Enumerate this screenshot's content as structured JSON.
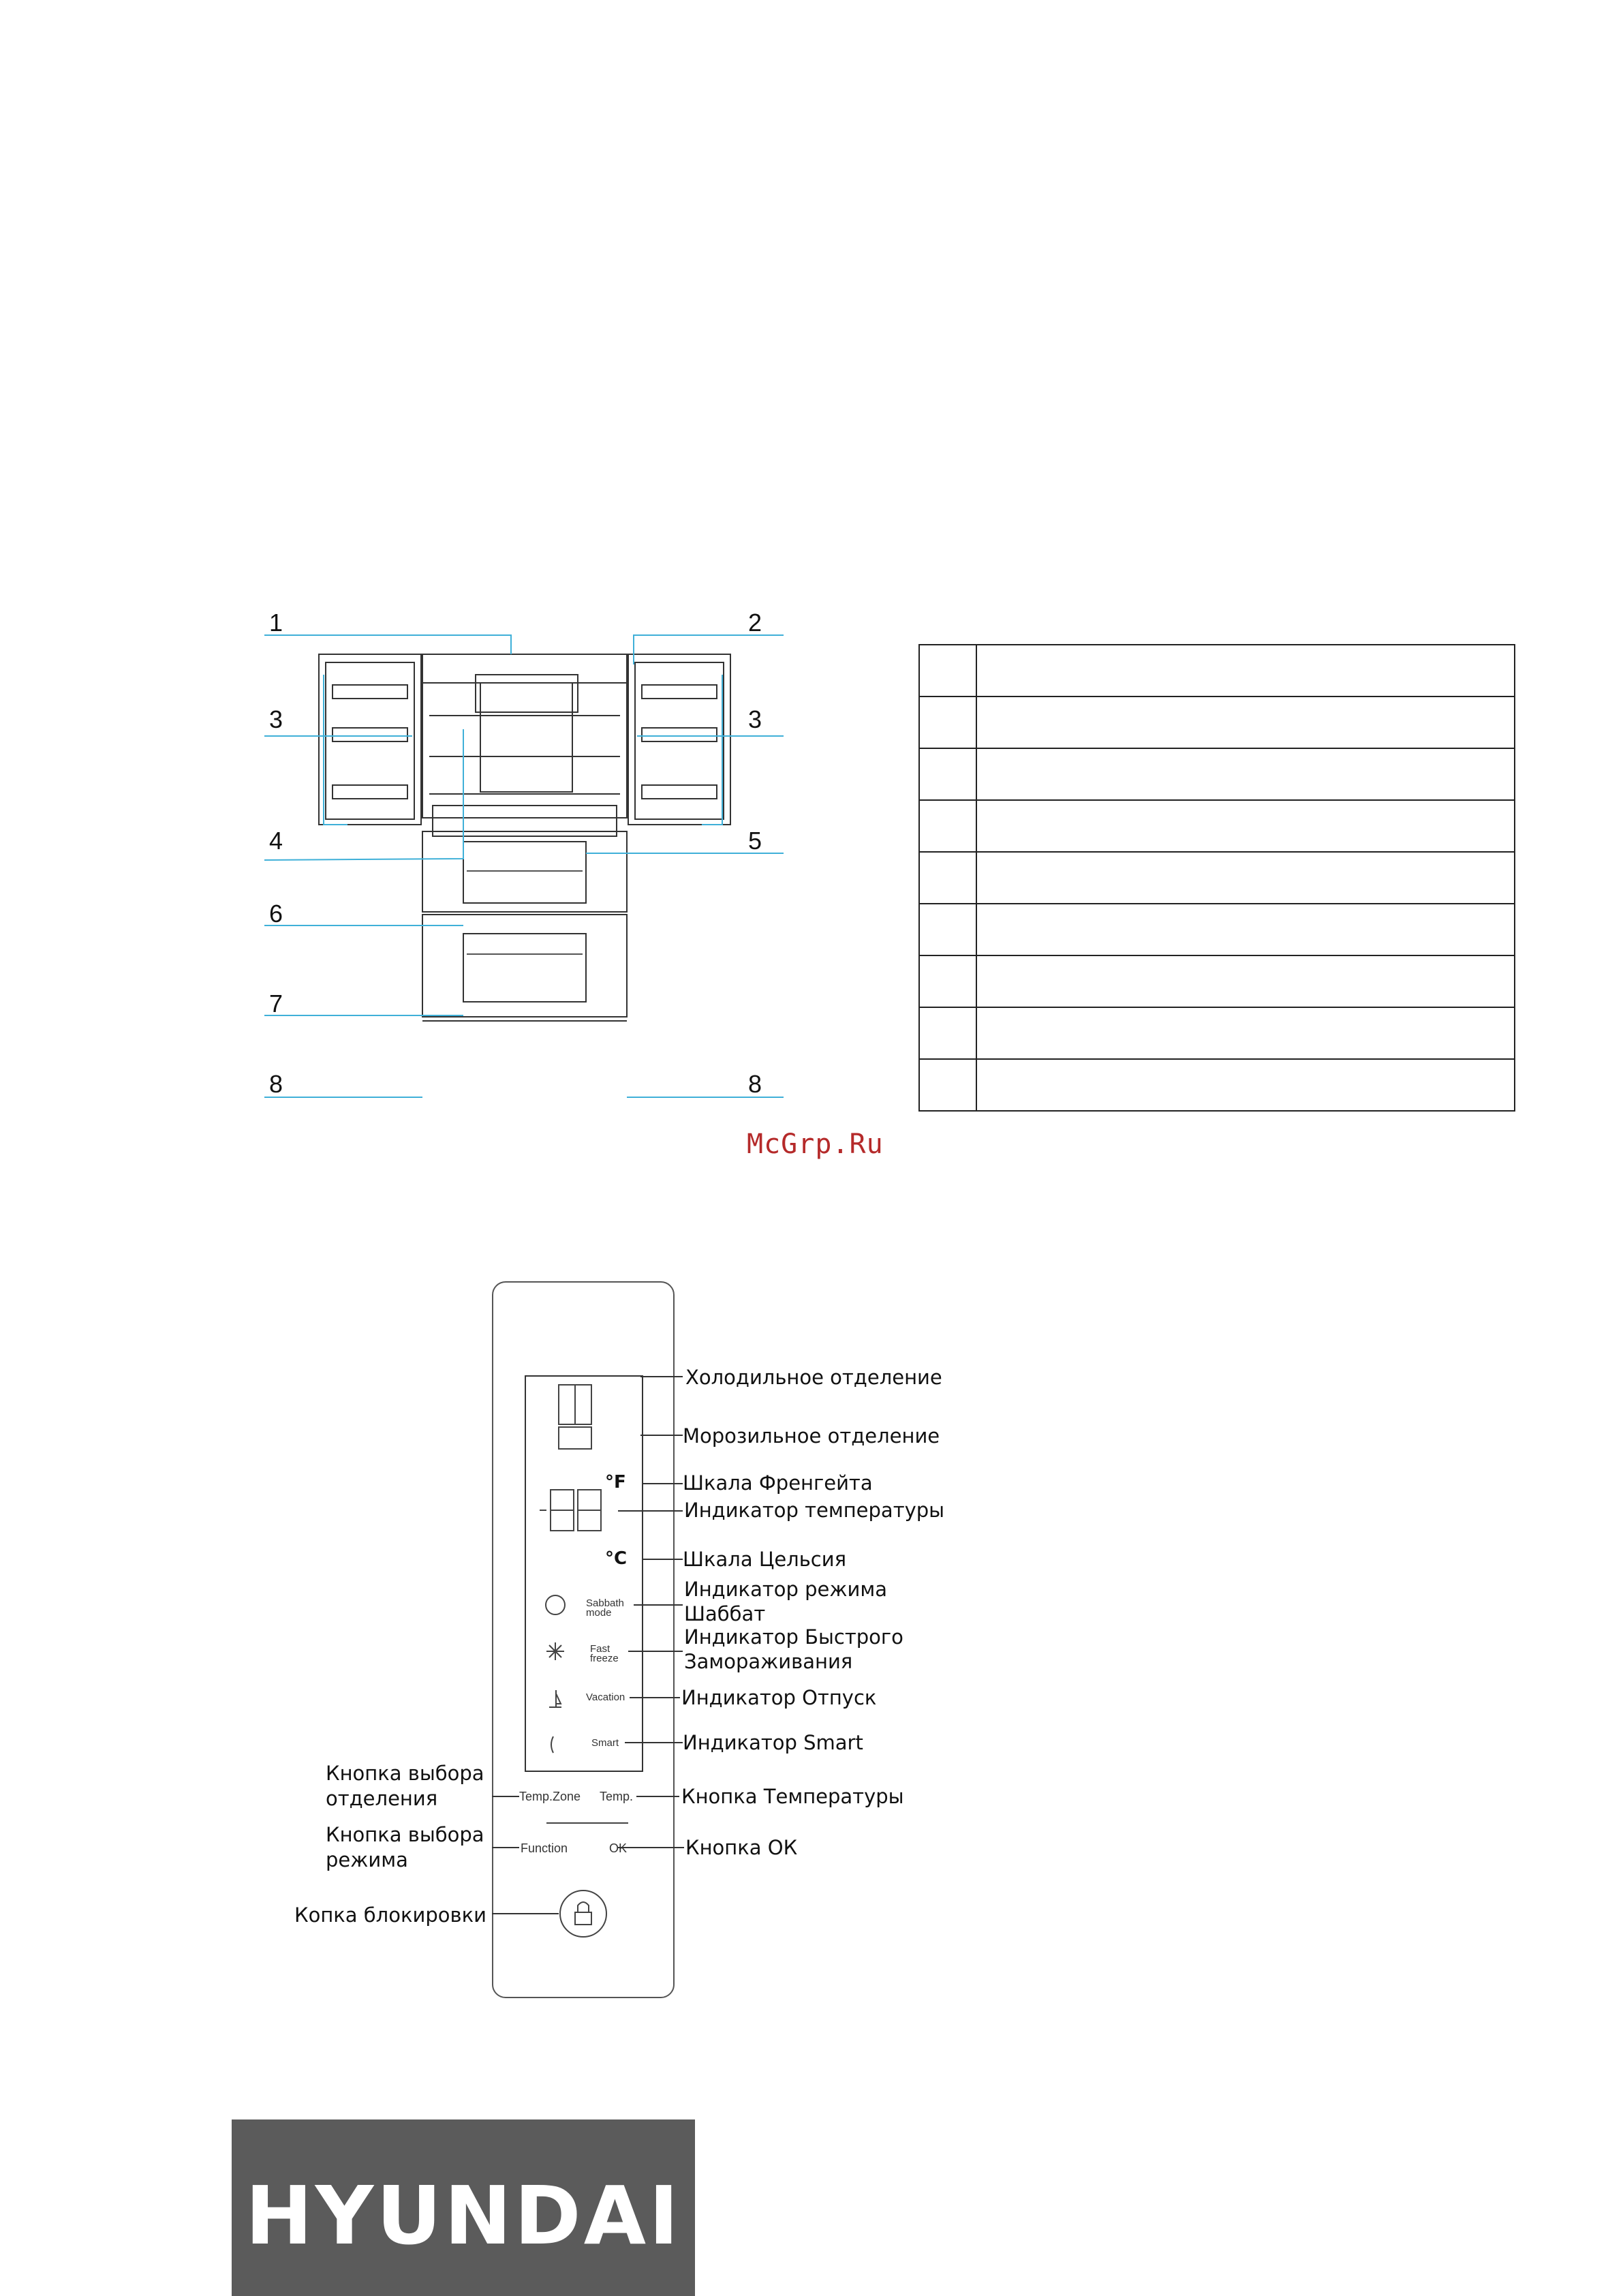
{
  "diagram": {
    "callouts_left": [
      "1",
      "3",
      "4",
      "6",
      "7",
      "8"
    ],
    "callouts_right": [
      "2",
      "3",
      "5",
      "8"
    ],
    "line_color": "#3fb0d8"
  },
  "parts_table": {
    "rows": [
      {
        "num": "",
        "text": ""
      },
      {
        "num": "",
        "text": ""
      },
      {
        "num": "",
        "text": ""
      },
      {
        "num": "",
        "text": ""
      },
      {
        "num": "",
        "text": ""
      },
      {
        "num": "",
        "text": ""
      },
      {
        "num": "",
        "text": ""
      },
      {
        "num": "",
        "text": ""
      },
      {
        "num": "",
        "text": ""
      }
    ]
  },
  "watermark": "McGrp.Ru",
  "control_panel": {
    "right_labels": [
      "Холодильное отделение",
      "Морозильное отделение",
      "Шкала Френгейта",
      "Индикатор температуры",
      "Шкала Цельсия",
      "Индикатор режима",
      "Шаббат",
      "Индикатор Быстрого",
      "Замораживания",
      "Индикатор Отпуск",
      "Индикатор Smart",
      "Кнопка Температуры",
      "Кнопка ОК"
    ],
    "left_labels": [
      "Кнопка выбора",
      "отделения",
      "Кнопка выбора",
      "режима",
      "Копка блокировки"
    ],
    "panel_text": {
      "fahrenheit": "°F",
      "celsius": "°C",
      "sabbath": "Sabbath mode",
      "fast_freeze": "Fast freeze",
      "vacation": "Vacation",
      "smart": "Smart",
      "temp_zone": "Temp.Zone",
      "temp": "Temp.",
      "function": "Function",
      "ok": "OK"
    }
  },
  "logo": "HYUNDAI"
}
